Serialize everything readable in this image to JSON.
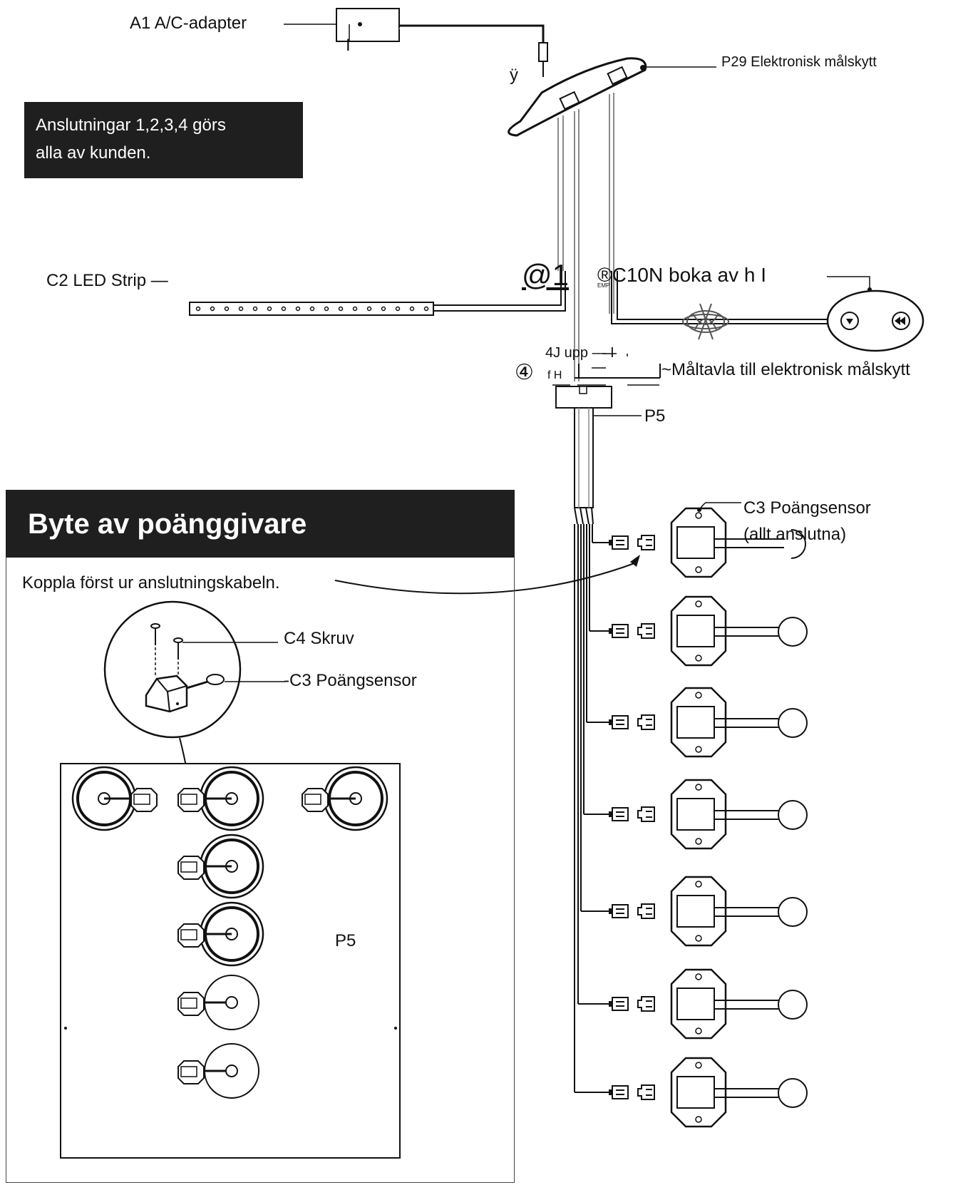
{
  "labels": {
    "adapter": "A1  A/C-adapter",
    "adapter_switch": "I",
    "connector_mark": "ÿ",
    "electronic_unit": "P29 Elektronisk målskytt",
    "led_strip": "C2  LED  Strip —",
    "conn1": "@1",
    "button_cable": "®C10N  boka  av  h  I",
    "button_cable_small": "EMP",
    "conn4_top": "4J upp  —  I",
    "conn4_symbol": "④",
    "conn4_bottom": "f H",
    "board_link": "~Måltavla  till  elektronisk  målskytt",
    "p5_main": "P5",
    "sensor_group_1": "C3  Poängsensor",
    "sensor_group_2": "(allt  anslutna)"
  },
  "note": {
    "line1": "Anslutningar  1,2,3,4  görs",
    "line2": "alla  av  kunden."
  },
  "panel": {
    "title": "Byte av poänggivare",
    "instruction": "Koppla  först  ur  anslutningskabeln.",
    "screw": "C4  Skruv",
    "sensor": "-C3  Poängsensor",
    "board": "P5"
  },
  "colors": {
    "ink": "#111111",
    "dark_box": "#1f1f1f",
    "wire_grey": "#8a8a8a"
  }
}
